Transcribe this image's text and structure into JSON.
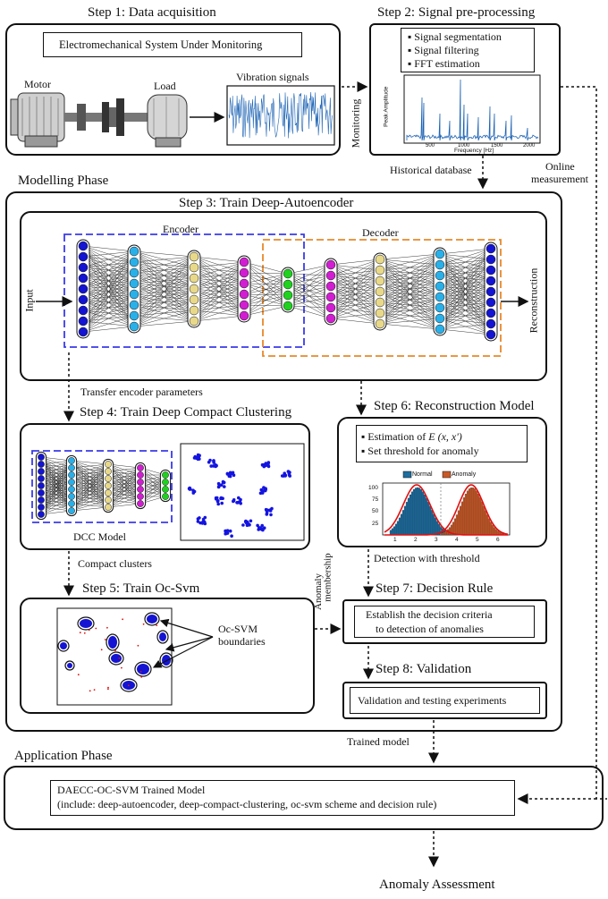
{
  "step1": {
    "title": "Step 1: Data acquisition",
    "system_label": "Electromechanical System Under Monitoring",
    "motor_label": "Motor",
    "load_label": "Load",
    "vibration_label": "Vibration signals"
  },
  "step2": {
    "title": "Step 2: Signal pre-processing",
    "bullets": [
      "Signal segmentation",
      "Signal filtering",
      "FFT estimation"
    ],
    "ylabel": "Peak Amplitude",
    "xlabel": "Frequency [Hz]",
    "xticks": [
      "500",
      "1000",
      "1500",
      "2000"
    ],
    "monitoring_label": "Monitoring",
    "historical_label": "Historical database",
    "online_label_1": "Online",
    "online_label_2": "measurement"
  },
  "modelling_phase_label": "Modelling Phase",
  "step3": {
    "title": "Step 3: Train Deep-Autoencoder",
    "encoder_label": "Encoder",
    "decoder_label": "Decoder",
    "input_label": "Input",
    "reconstruction_label": "Reconstruction"
  },
  "transfer_label": "Transfer encoder parameters",
  "step4": {
    "title": "Step 4: Train Deep Compact Clustering",
    "dcc_label": "DCC Model"
  },
  "compact_clusters_label": "Compact clusters",
  "step5": {
    "title": "Step 5: Train Oc-Svm",
    "boundaries_label_1": "Oc-SVM",
    "boundaries_label_2": "boundaries"
  },
  "anomaly_membership_label_1": "Anomaly",
  "anomaly_membership_label_2": "membership",
  "step6": {
    "title": "Step 6: Reconstruction Model",
    "bullet_1_prefix": "Estimation of ",
    "bullet_1_formula": "E (x, x')",
    "bullet_2": "Set threshold for anomaly",
    "legend_normal": "Normal",
    "legend_anomaly": "Anomaly",
    "yticks": [
      "100",
      "75",
      "50",
      "25"
    ],
    "xticks": [
      "1",
      "2",
      "3",
      "4",
      "5",
      "6"
    ],
    "detection_label": "Detection with threshold"
  },
  "step7": {
    "title": "Step 7: Decision Rule",
    "text_1": "Establish the decision criteria",
    "text_2": "to detection of anomalies"
  },
  "step8": {
    "title": "Step 8: Validation",
    "text": "Validation and testing experiments"
  },
  "trained_model_label": "Trained model",
  "application_phase_label": "Application Phase",
  "final_model": {
    "line_1": "DAECC-OC-SVM Trained Model",
    "line_2": "(include: deep-autoencoder, deep-compact-clustering, oc-svm scheme and decision rule)"
  },
  "anomaly_assessment_label": "Anomaly Assessment",
  "colors": {
    "blue_node": "#1414d2",
    "cyan_node": "#2ab0e8",
    "yellow_node": "#e8d98a",
    "magenta_node": "#d21ed2",
    "green_node": "#1ed21e",
    "encoder_border": "#3a3aea",
    "decoder_border": "#e8892a",
    "signal_blue": "#1e64b4",
    "histogram_normal": "#1e6ea0",
    "histogram_anomaly": "#c85a28"
  }
}
